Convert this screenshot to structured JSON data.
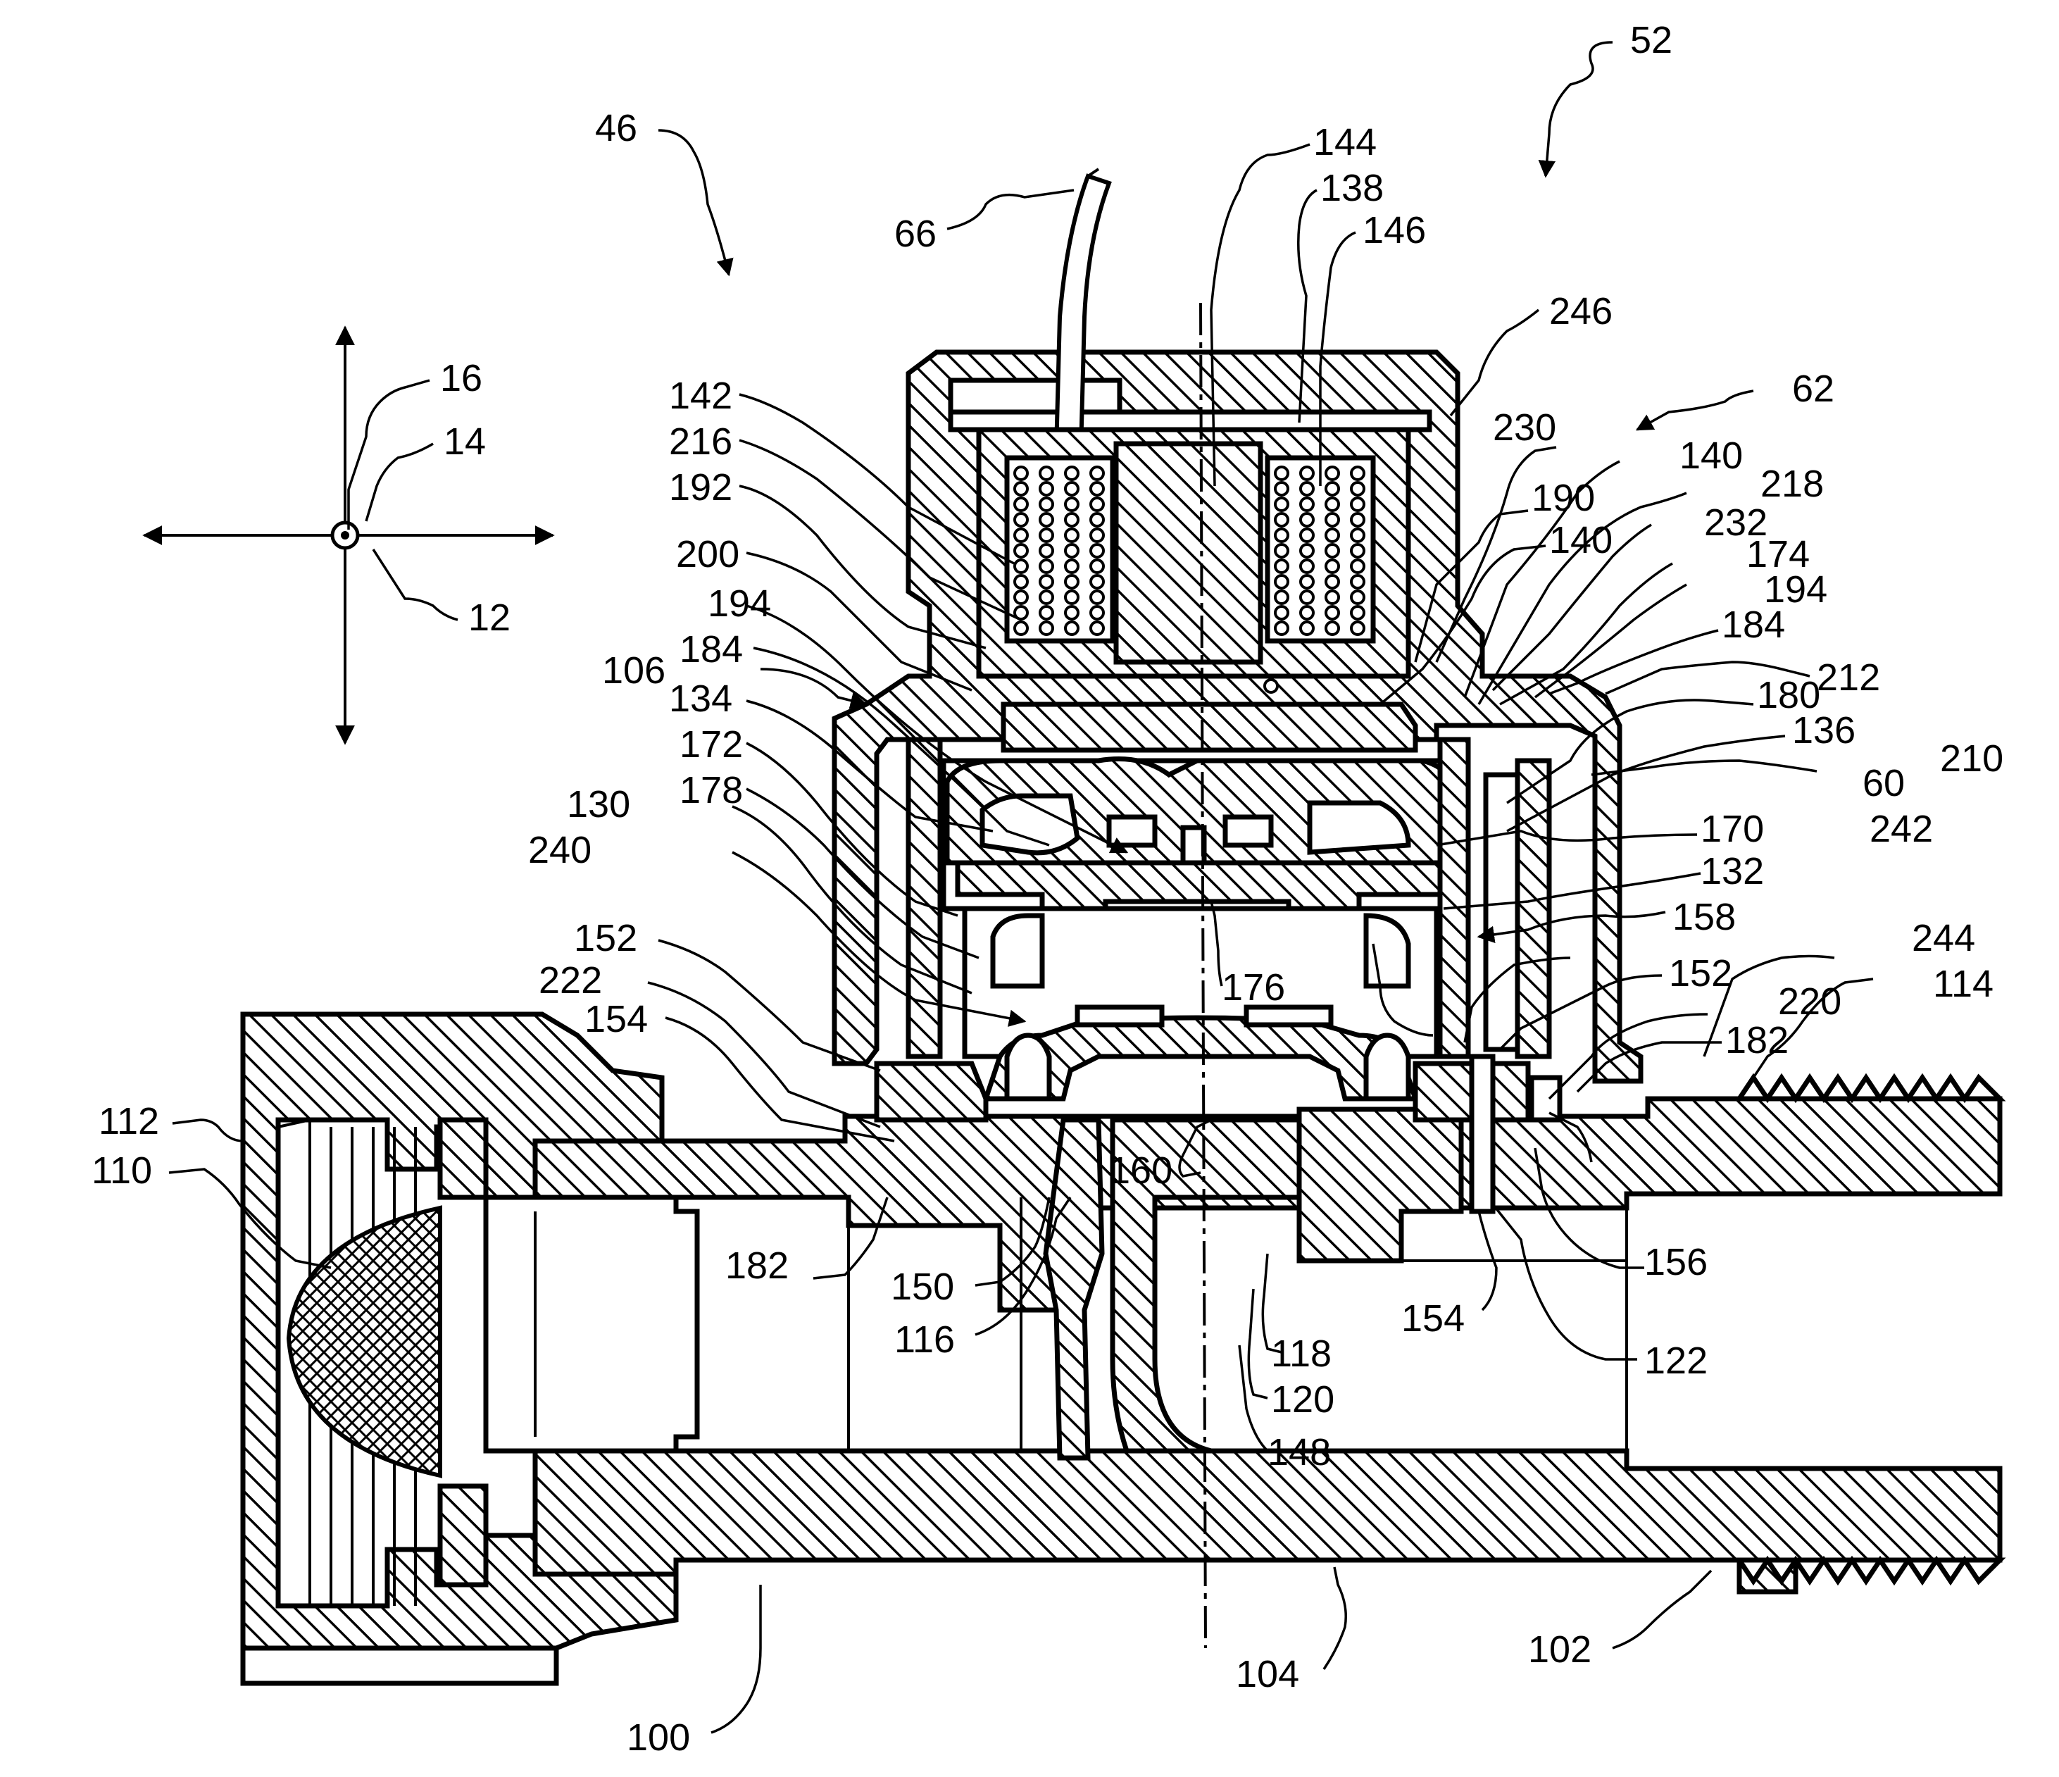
{
  "figure": {
    "labels": [
      {
        "id": "52",
        "text": "52"
      },
      {
        "id": "46",
        "text": "46"
      },
      {
        "id": "66",
        "text": "66"
      },
      {
        "id": "144",
        "text": "144"
      },
      {
        "id": "138",
        "text": "138"
      },
      {
        "id": "146",
        "text": "146"
      },
      {
        "id": "246",
        "text": "246"
      },
      {
        "id": "62",
        "text": "62"
      },
      {
        "id": "16",
        "text": "16"
      },
      {
        "id": "14",
        "text": "14"
      },
      {
        "id": "12",
        "text": "12"
      },
      {
        "id": "142",
        "text": "142"
      },
      {
        "id": "216",
        "text": "216"
      },
      {
        "id": "192",
        "text": "192"
      },
      {
        "id": "200",
        "text": "200"
      },
      {
        "id": "194a",
        "text": "194"
      },
      {
        "id": "106",
        "text": "106"
      },
      {
        "id": "184a",
        "text": "184"
      },
      {
        "id": "134",
        "text": "134"
      },
      {
        "id": "172",
        "text": "172"
      },
      {
        "id": "178",
        "text": "178"
      },
      {
        "id": "130",
        "text": "130"
      },
      {
        "id": "240",
        "text": "240"
      },
      {
        "id": "152a",
        "text": "152"
      },
      {
        "id": "222",
        "text": "222"
      },
      {
        "id": "154a",
        "text": "154"
      },
      {
        "id": "112",
        "text": "112"
      },
      {
        "id": "110",
        "text": "110"
      },
      {
        "id": "230",
        "text": "230"
      },
      {
        "id": "140a",
        "text": "140"
      },
      {
        "id": "218",
        "text": "218"
      },
      {
        "id": "190",
        "text": "190"
      },
      {
        "id": "140b",
        "text": "140"
      },
      {
        "id": "232",
        "text": "232"
      },
      {
        "id": "174",
        "text": "174"
      },
      {
        "id": "194b",
        "text": "194"
      },
      {
        "id": "184b",
        "text": "184"
      },
      {
        "id": "212",
        "text": "212"
      },
      {
        "id": "180",
        "text": "180"
      },
      {
        "id": "136",
        "text": "136"
      },
      {
        "id": "210",
        "text": "210"
      },
      {
        "id": "60",
        "text": "60"
      },
      {
        "id": "242",
        "text": "242"
      },
      {
        "id": "170",
        "text": "170"
      },
      {
        "id": "132",
        "text": "132"
      },
      {
        "id": "158",
        "text": "158"
      },
      {
        "id": "244",
        "text": "244"
      },
      {
        "id": "114",
        "text": "114"
      },
      {
        "id": "152b",
        "text": "152"
      },
      {
        "id": "220",
        "text": "220"
      },
      {
        "id": "176",
        "text": "176"
      },
      {
        "id": "182a",
        "text": "182"
      },
      {
        "id": "160",
        "text": "160"
      },
      {
        "id": "182b",
        "text": "182"
      },
      {
        "id": "150",
        "text": "150"
      },
      {
        "id": "116",
        "text": "116"
      },
      {
        "id": "156",
        "text": "156"
      },
      {
        "id": "154b",
        "text": "154"
      },
      {
        "id": "118",
        "text": "118"
      },
      {
        "id": "122",
        "text": "122"
      },
      {
        "id": "120",
        "text": "120"
      },
      {
        "id": "148",
        "text": "148"
      },
      {
        "id": "104",
        "text": "104"
      },
      {
        "id": "102",
        "text": "102"
      },
      {
        "id": "100",
        "text": "100"
      }
    ]
  }
}
